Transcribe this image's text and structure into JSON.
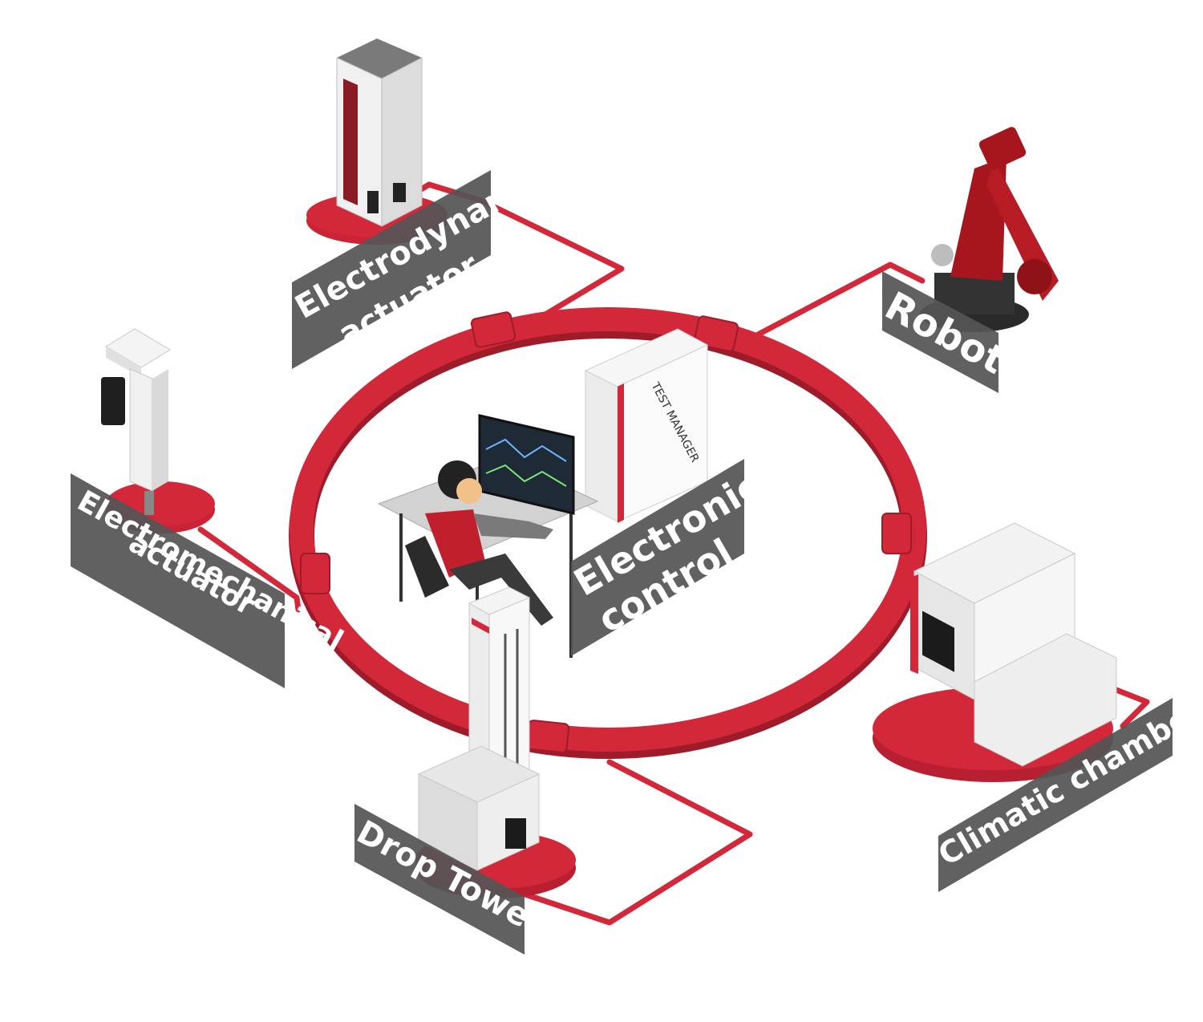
{
  "colors": {
    "accent": "#d3273a",
    "accent_dark": "#9e1b2a",
    "label_bg": "#555555",
    "machine_white": "#e9e9e9",
    "robot_red": "#a5161f"
  },
  "hub": {
    "label_line1": "Electronic",
    "label_line2": "control",
    "cabinet_title": "TEST MANAGER"
  },
  "nodes": {
    "electrodynamic": {
      "line1": "Electrodynamic",
      "line2": "actuator"
    },
    "robot": {
      "line1": "Robot"
    },
    "electromechanical": {
      "line1": "Electromechanical",
      "line2": "actuator"
    },
    "climatic": {
      "line1": "Climatic chamber"
    },
    "drop_tower": {
      "line1": "Drop Tower"
    }
  }
}
